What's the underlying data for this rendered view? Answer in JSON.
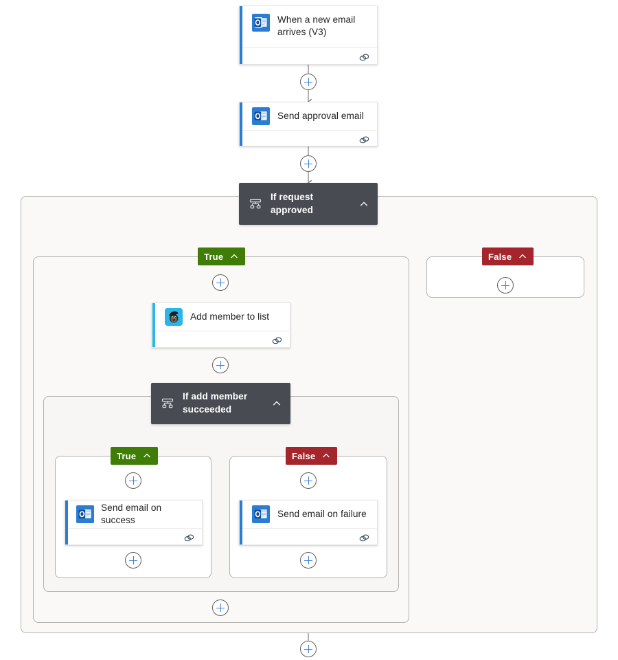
{
  "flow": {
    "title": "Power Automate flow designer canvas",
    "colors": {
      "canvas_background": "#ffffff",
      "scope_background": "#faf9f8",
      "scope_border": "#b3b0ad",
      "card_background": "#ffffff",
      "outlook_accent": "#2b7cd3",
      "mailchimp_accent": "#2bb5e8",
      "condition_header": "#484b52",
      "true_badge": "#3f7d07",
      "false_badge": "#a4262c",
      "plus_glyph": "#3b7fd4",
      "connector_line": "#8a8886"
    },
    "nodes": {
      "trigger": {
        "label": "When a new email arrives (V3)",
        "icon": "outlook-icon",
        "connector_icon": "link-icon",
        "accent": "#2b7cd3"
      },
      "send_approval": {
        "label": "Send approval email",
        "icon": "outlook-icon",
        "connector_icon": "link-icon",
        "accent": "#2b7cd3"
      },
      "condition_outer": {
        "label": "If request approved",
        "icon": "condition-icon",
        "chevron": "chevron-up-icon"
      },
      "add_member": {
        "label": "Add member to list",
        "icon": "mailchimp-icon",
        "connector_icon": "link-icon",
        "accent": "#2bb5e8"
      },
      "condition_inner": {
        "label": "If add member succeeded",
        "icon": "condition-icon",
        "chevron": "chevron-up-icon"
      },
      "send_success": {
        "label": "Send email on success",
        "icon": "outlook-icon",
        "connector_icon": "link-icon",
        "accent": "#2b7cd3"
      },
      "send_failure": {
        "label": "Send email on failure",
        "icon": "outlook-icon",
        "connector_icon": "link-icon",
        "accent": "#2b7cd3"
      }
    },
    "badges": {
      "outer_true": {
        "label": "True",
        "chevron": "chevron-up-icon"
      },
      "outer_false": {
        "label": "False",
        "chevron": "chevron-up-icon"
      },
      "inner_true": {
        "label": "True",
        "chevron": "chevron-up-icon"
      },
      "inner_false": {
        "label": "False",
        "chevron": "chevron-up-icon"
      }
    },
    "add_buttons": {
      "after_trigger": "+",
      "after_send_approval": "+",
      "outer_true_top": "+",
      "outer_false_body": "+",
      "after_add_member": "+",
      "inner_true_top": "+",
      "inner_false_top": "+",
      "inner_true_bottom": "+",
      "inner_false_bottom": "+",
      "outer_true_bottom": "+",
      "after_outer_scope": "+"
    }
  }
}
